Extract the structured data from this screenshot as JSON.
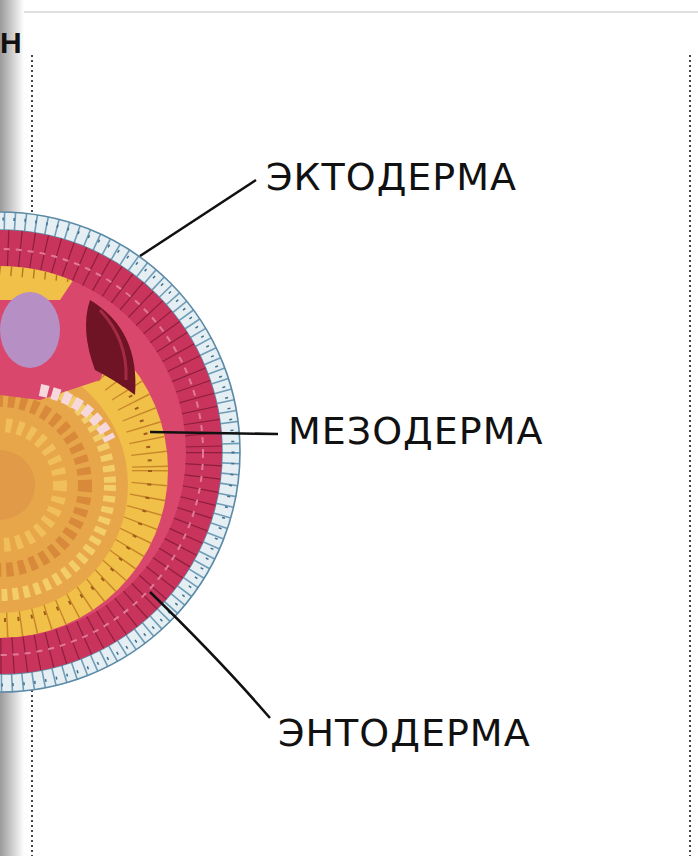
{
  "diagram": {
    "labels": [
      "Н",
      "ЭКТОДЕРМА",
      "МЕЗОДЕРМА",
      "ЭНТОДЕРМА"
    ]
  }
}
